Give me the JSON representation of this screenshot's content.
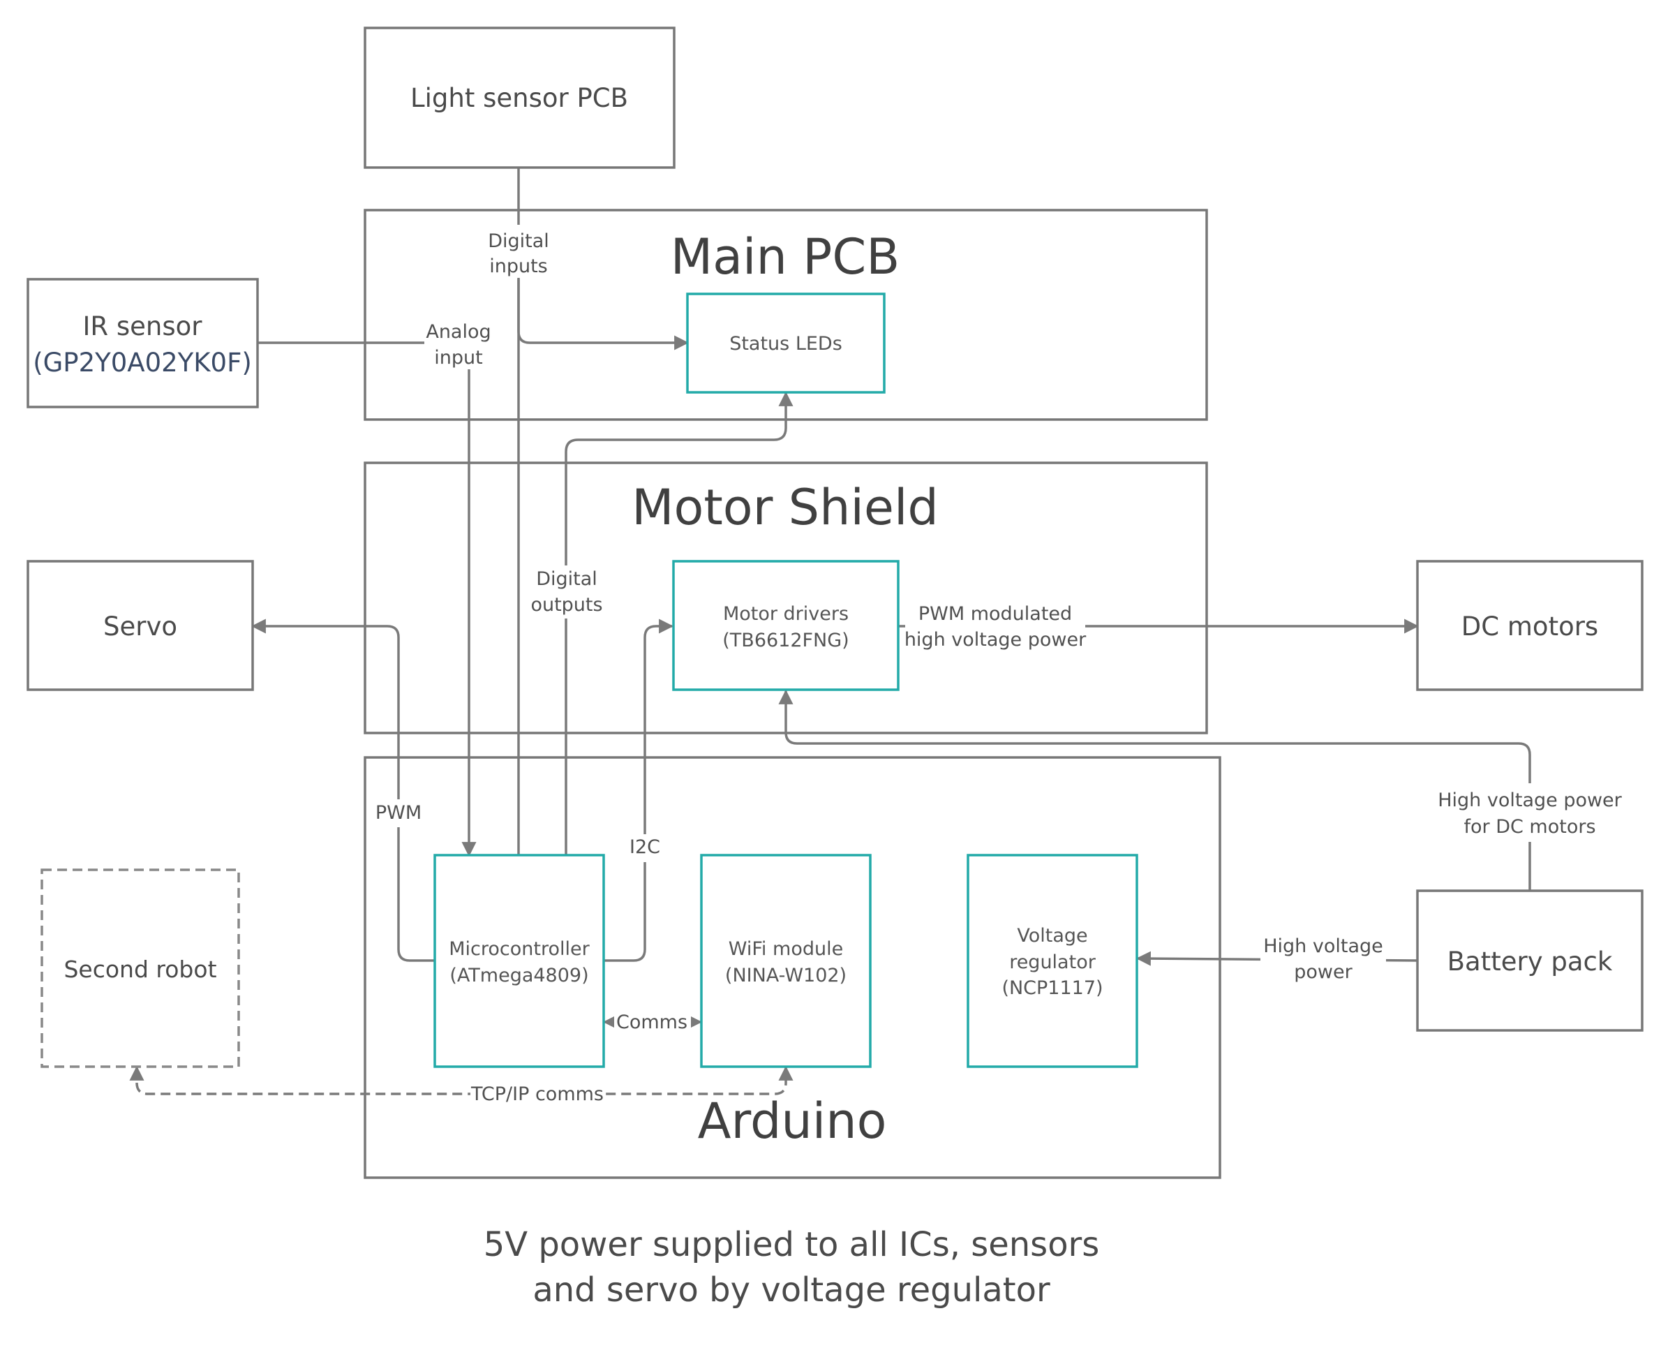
{
  "groups": {
    "main_pcb": "Main PCB",
    "motor_shield": "Motor Shield",
    "arduino": "Arduino"
  },
  "external": {
    "light_sensor": "Light sensor PCB",
    "ir_sensor": "IR sensor",
    "ir_sensor_part": "(GP2Y0A02YK0F)",
    "servo": "Servo",
    "dc_motors": "DC motors",
    "battery": "Battery pack",
    "second_robot": "Second robot"
  },
  "components": {
    "status_leds": "Status LEDs",
    "motor_drivers": "Motor drivers",
    "motor_drivers_part": "(TB6612FNG)",
    "mcu": "Microcontroller",
    "mcu_part": "(ATmega4809)",
    "wifi": "WiFi module",
    "wifi_part": "(NINA-W102)",
    "vreg_1": "Voltage",
    "vreg_2": "regulator",
    "vreg_part": "(NCP1117)"
  },
  "labels": {
    "digital_inputs_1": "Digital",
    "digital_inputs_2": "inputs",
    "analog_input_1": "Analog",
    "analog_input_2": "input",
    "digital_outputs_1": "Digital",
    "digital_outputs_2": "outputs",
    "pwm_hv_1": "PWM modulated",
    "pwm_hv_2": "high voltage power",
    "pwm": "PWM",
    "i2c": "I2C",
    "comms": "Comms",
    "tcpip": "TCP/IP comms",
    "hv_dc_1": "High voltage power",
    "hv_dc_2": "for DC motors",
    "hv_1": "High voltage",
    "hv_2": "power"
  },
  "footer": {
    "line1": "5V power supplied to all ICs, sensors",
    "line2": "and servo by voltage regulator"
  },
  "colors": {
    "component_border": "#22aaa8",
    "line": "#7a7a7a"
  }
}
